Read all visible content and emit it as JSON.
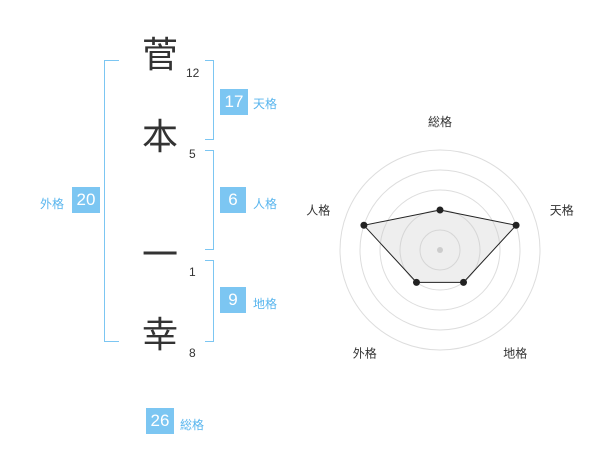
{
  "name_chars": [
    {
      "char": "菅",
      "strokes": "12"
    },
    {
      "char": "本",
      "strokes": "5"
    },
    {
      "char": "一",
      "strokes": "1"
    },
    {
      "char": "幸",
      "strokes": "8"
    }
  ],
  "kaku": {
    "tenkaku": {
      "value": "17",
      "label": "天格"
    },
    "jinkaku": {
      "value": "6",
      "label": "人格"
    },
    "chikaku": {
      "value": "9",
      "label": "地格"
    },
    "gaikaku": {
      "value": "20",
      "label": "外格"
    },
    "soukaku": {
      "value": "26",
      "label": "総格"
    }
  },
  "colors": {
    "accent": "#7cc6f2",
    "label": "#58b5ee",
    "text": "#333333"
  },
  "chart_data": {
    "type": "radar",
    "axes": [
      "総格",
      "天格",
      "地格",
      "外格",
      "人格"
    ],
    "values": [
      2,
      4,
      2,
      2,
      4
    ],
    "rmax": 5
  }
}
